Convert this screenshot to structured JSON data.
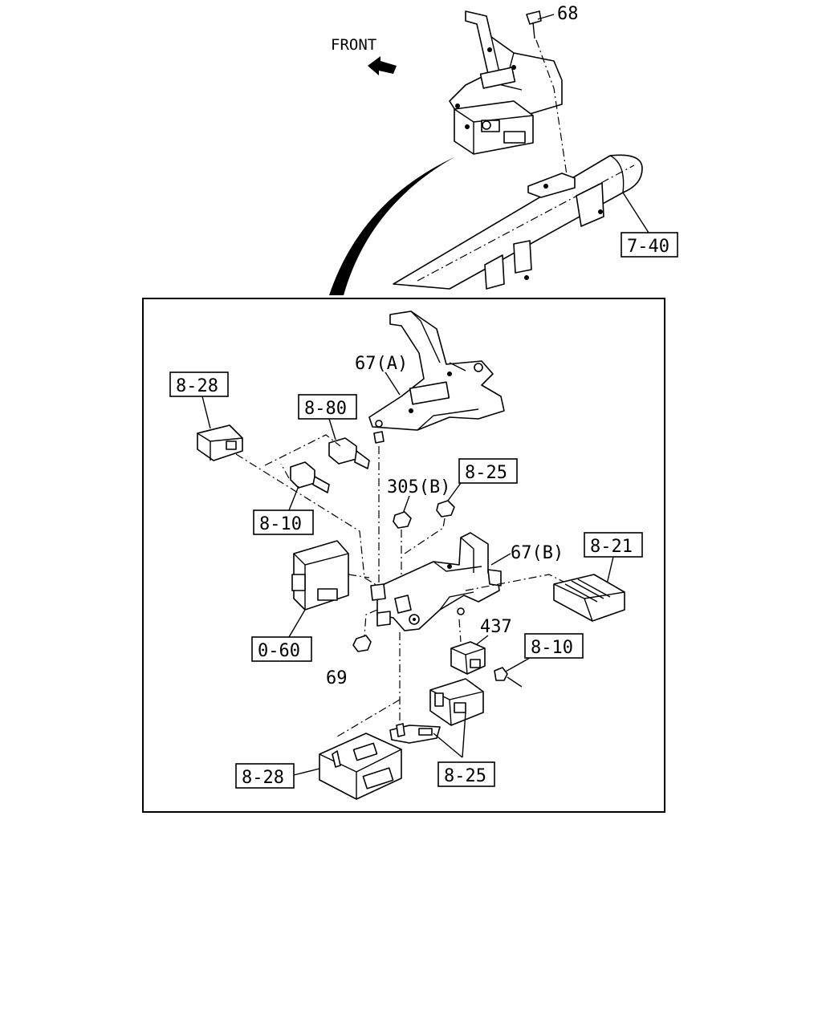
{
  "front_label": "FRONT",
  "callouts": {
    "c68": "68",
    "c7_40": "7-40",
    "c67a": "67(A)",
    "c8_28_top": "8-28",
    "c8_80": "8-80",
    "c8_25_top": "8-25",
    "c305b": "305(B)",
    "c8_10_left": "8-10",
    "c67b": "67(B)",
    "c8_21": "8-21",
    "c0_60": "0-60",
    "c437": "437",
    "c8_10_right": "8-10",
    "c69": "69",
    "c8_28_bottom": "8-28",
    "c8_25_bottom": "8-25"
  }
}
